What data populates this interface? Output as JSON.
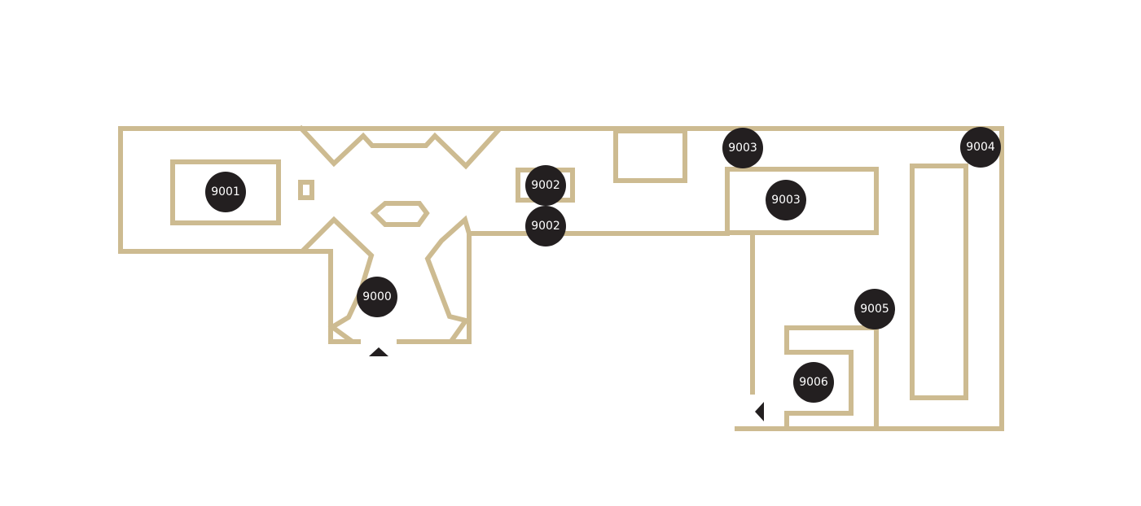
{
  "map": {
    "colors": {
      "wall": "#cdbb91",
      "marker": "#231f20",
      "marker_text": "#ffffff",
      "background": "#ffffff"
    },
    "rooms": [
      {
        "label": "9000"
      },
      {
        "label": "9001"
      },
      {
        "label": "9002"
      },
      {
        "label": "9002"
      },
      {
        "label": "9003"
      },
      {
        "label": "9003"
      },
      {
        "label": "9004"
      },
      {
        "label": "9005"
      },
      {
        "label": "9006"
      }
    ],
    "entrances": [
      {
        "icon": "entrance-arrow-up-icon"
      },
      {
        "icon": "entrance-arrow-left-icon"
      }
    ]
  }
}
